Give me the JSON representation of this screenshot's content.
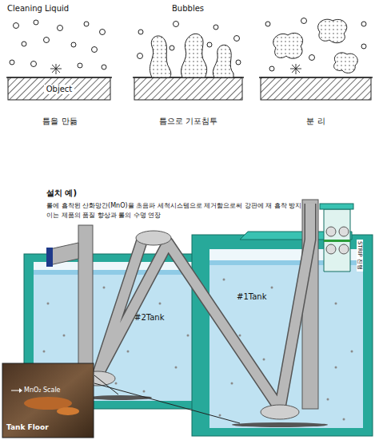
{
  "diagram": {
    "title": "설치 예)",
    "nodes": [
      {
        "text": [
          "Cleaning Liquid",
          "틈을 만듦"
        ]
      },
      {
        "text": [
          "Object"
        ],
        "in": 0
      },
      {
        "text": [
          "Bubbles",
          "틈으로 기포침투"
        ]
      },
      {
        "text": [
          "분 리"
        ]
      }
    ],
    "labels": [
      "롤에 흡착된 산화망간(MnO)을 초음파 세척시스템으로 제거함으로써 강판에 재 흡착 방지",
      "이는 제품의 품질 향상과 롤의 수명 연장",
      "STRIP 진행",
      "#2Tank",
      "#1Tank",
      "MnO₂ Scale",
      "Tank Floor"
    ]
  }
}
